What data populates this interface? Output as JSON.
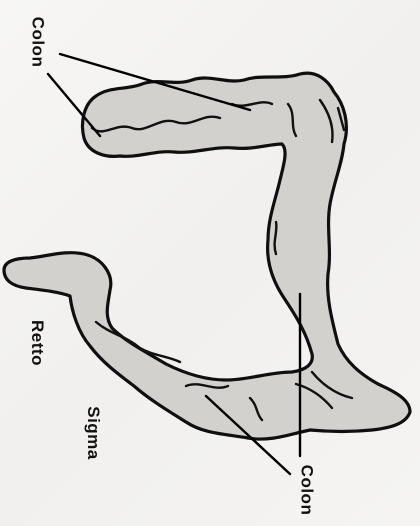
{
  "labels": {
    "colon_top": "Colon",
    "retto": "Retto",
    "sigma": "Sigma",
    "colon_bottom": "Colon"
  },
  "colors": {
    "organ_fill": "#d2d1ce",
    "outline": "#0f0f0f",
    "background": "#f4f3f1"
  }
}
